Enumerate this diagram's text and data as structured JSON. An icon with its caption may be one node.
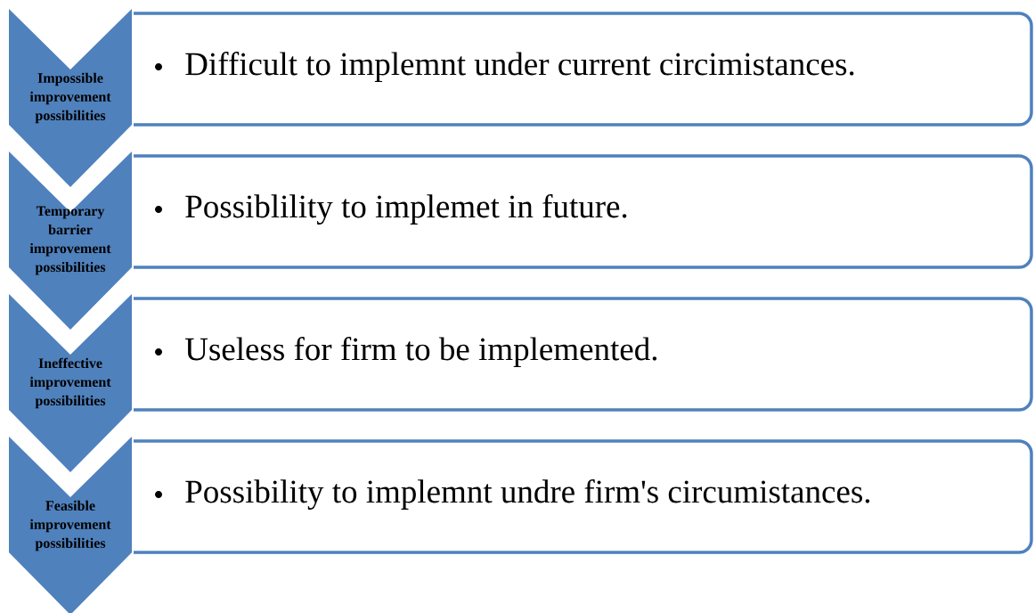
{
  "diagram": {
    "nodes": [
      {
        "text": [
          "Impossible improvement possibilities"
        ]
      },
      {
        "text": [
          "Difficult to implemnt under current circimistances."
        ]
      },
      {
        "text": [
          "Temporary barrier improvement possibilities"
        ]
      },
      {
        "text": [
          "Possiblility to implemet in future."
        ]
      },
      {
        "text": [
          "Ineffective improvement possibilities"
        ]
      },
      {
        "text": [
          "Useless for firm to be implemented."
        ]
      },
      {
        "text": [
          "Feasible improvement possibilities"
        ]
      },
      {
        "text": [
          "Possibility to implemnt undre firm's circumistances."
        ]
      }
    ]
  }
}
